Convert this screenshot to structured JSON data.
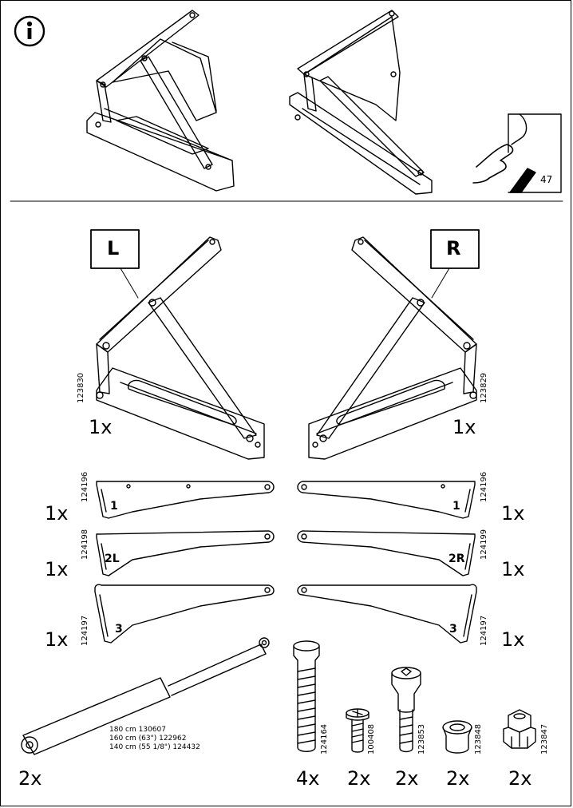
{
  "info_icon": "info-icon",
  "hand_page_icon": "hand-turn-page-icon",
  "page_ref": "47",
  "frames": {
    "left": {
      "label": "L",
      "article": "123830",
      "qty": "1x"
    },
    "right": {
      "label": "R",
      "article": "123829",
      "qty": "1x"
    }
  },
  "brackets": [
    {
      "left_num": "1",
      "left_article": "124196",
      "right_num": "1",
      "right_article": "124196",
      "left_qty": "1x",
      "right_qty": "1x"
    },
    {
      "left_num": "2L",
      "left_article": "124198",
      "right_num": "2R",
      "right_article": "124199",
      "left_qty": "1x",
      "right_qty": "1x"
    },
    {
      "left_num": "3",
      "left_article": "124197",
      "right_num": "3",
      "right_article": "124197",
      "left_qty": "1x",
      "right_qty": "1x"
    }
  ],
  "gas_spring": {
    "sizes": [
      "180 cm 130607",
      "160 cm (63\") 122962",
      "140 cm (55 1/8\") 124432"
    ],
    "qty": "2x"
  },
  "hardware": [
    {
      "article": "124164",
      "qty": "4x"
    },
    {
      "article": "100408",
      "qty": "2x"
    },
    {
      "article": "123853",
      "qty": "2x"
    },
    {
      "article": "123848",
      "qty": "2x"
    },
    {
      "article": "123847",
      "qty": "2x"
    }
  ]
}
